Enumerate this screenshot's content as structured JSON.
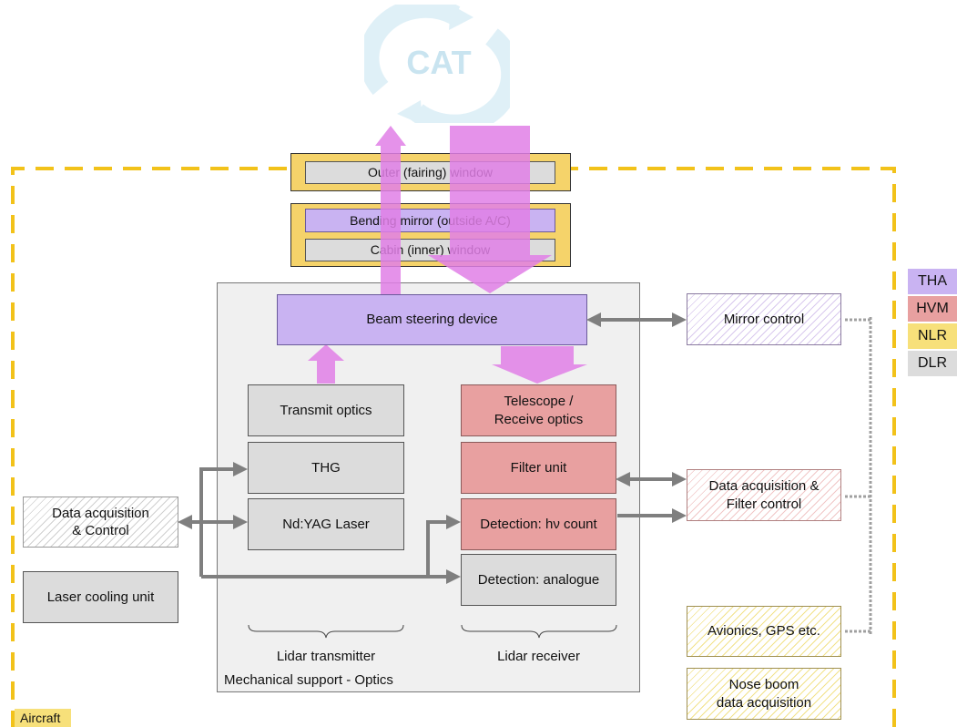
{
  "cat_logo": {
    "text": "CAT"
  },
  "boxes": {
    "outer_window": "Outer (fairing) window",
    "bending_mirror": "Bending mirror (outside A/C)",
    "cabin_window": "Cabin (inner) window",
    "beam_steering": "Beam steering device",
    "transmit_optics": "Transmit optics",
    "thg": "THG",
    "laser": "Nd:YAG Laser",
    "telescope_line1": "Telescope /",
    "telescope_line2": "Receive optics",
    "filter_unit": "Filter unit",
    "detection_count": "Detection: hν count",
    "detection_analogue": "Detection: analogue",
    "data_acq_control_line1": "Data acquisition",
    "data_acq_control_line2": "& Control",
    "laser_cooling": "Laser cooling unit",
    "mirror_control": "Mirror control",
    "data_acq_filter_line1": "Data acquisition &",
    "data_acq_filter_line2": "Filter control",
    "avionics": "Avionics, GPS etc.",
    "nose_boom_line1": "Nose boom",
    "nose_boom_line2": "data acquisition"
  },
  "labels": {
    "lidar_transmitter": "Lidar transmitter",
    "lidar_receiver": "Lidar receiver",
    "mechanical_support": "Mechanical support - Optics",
    "aircraft": "Aircraft"
  },
  "legend": [
    {
      "label": "THA",
      "color": "#c9b3f2"
    },
    {
      "label": "HVM",
      "color": "#e8a0a0"
    },
    {
      "label": "NLR",
      "color": "#f7e07a"
    },
    {
      "label": "DLR",
      "color": "#dcdcdc"
    }
  ],
  "colors": {
    "beam": "#e07fe6",
    "aircraft_border": "#f2c21a",
    "connector": "#7f7f7f"
  }
}
